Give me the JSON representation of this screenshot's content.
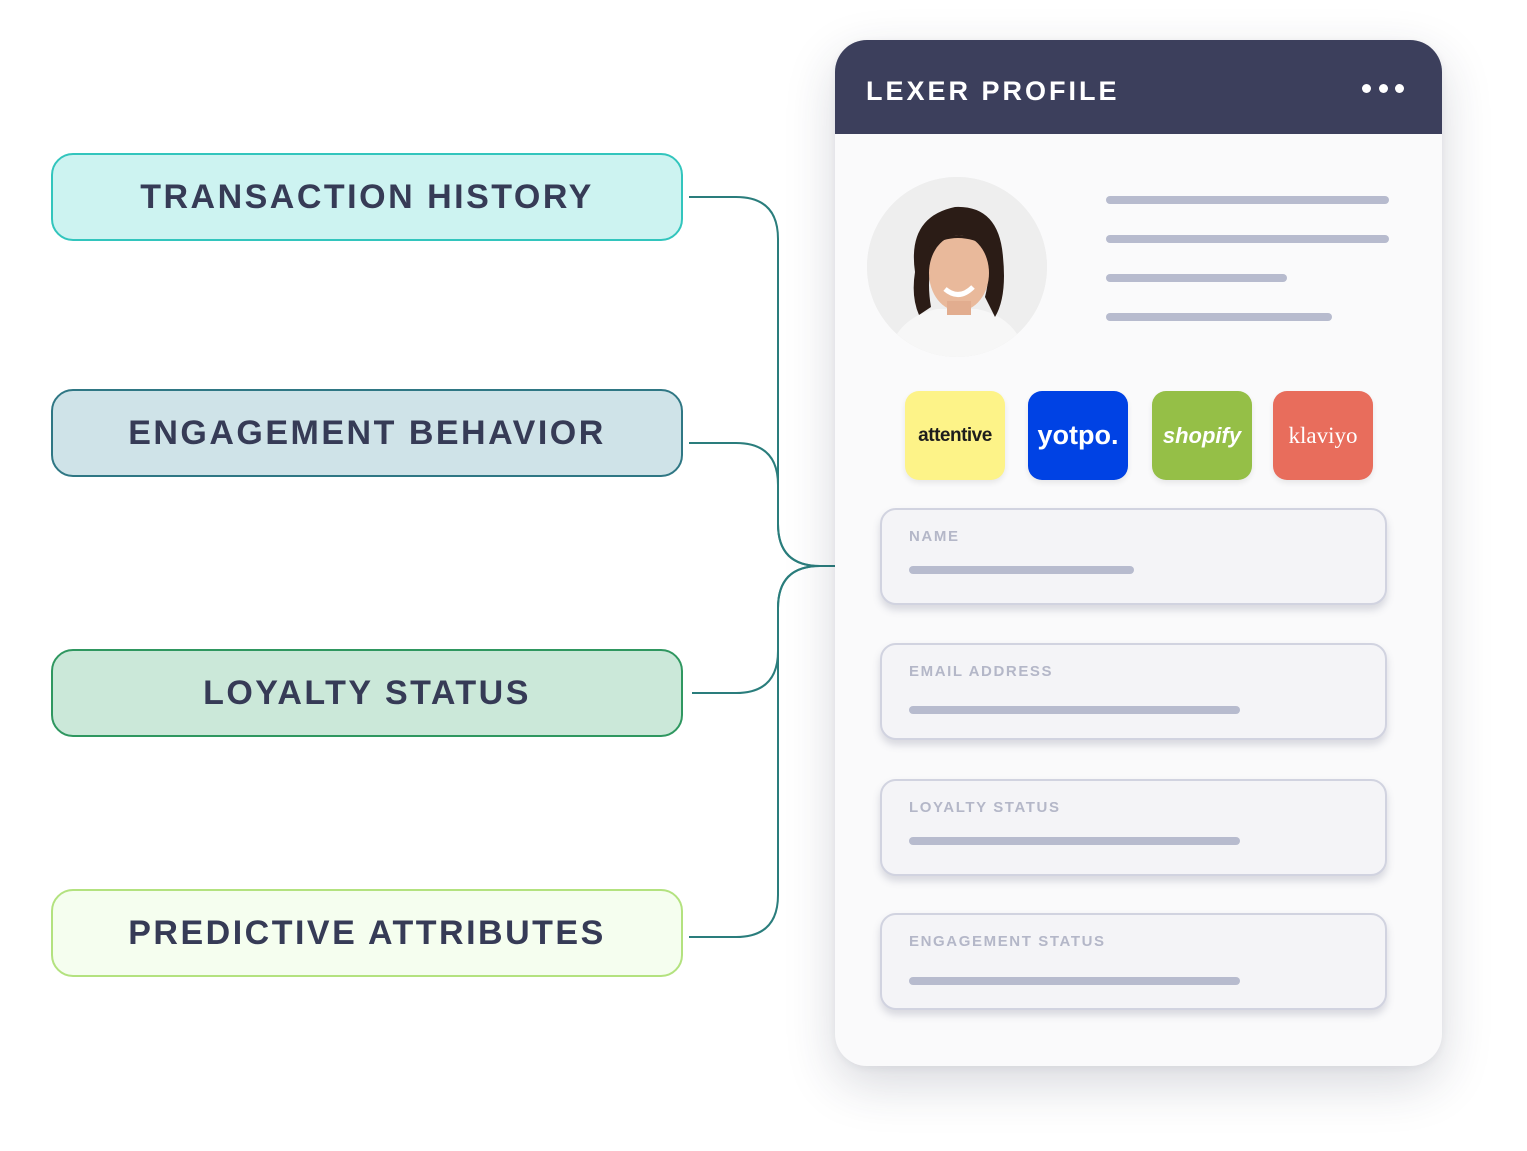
{
  "attributes": [
    {
      "label": "TRANSACTION HISTORY",
      "bg": "#cdf3f1",
      "border": "#32c5bd"
    },
    {
      "label": "ENGAGEMENT BEHAVIOR",
      "bg": "#cfe3e8",
      "border": "#2f7784"
    },
    {
      "label": "LOYALTY STATUS",
      "bg": "#cbe8d9",
      "border": "#2f9760"
    },
    {
      "label": "PREDICTIVE ATTRIBUTES",
      "bg": "#f5feef",
      "border": "#b3e27f"
    }
  ],
  "connector_color": "#2a7d7c",
  "profile": {
    "title": "LEXER PROFILE",
    "header_color": "#3c3f5c",
    "logos": [
      {
        "label": "attentive",
        "icon": "attentive-logo-icon"
      },
      {
        "label": "yotpo.",
        "icon": "yotpo-logo-icon"
      },
      {
        "label": "shopify",
        "icon": "shopify-logo-icon"
      },
      {
        "label": "klaviyo",
        "icon": "klaviyo-logo-icon"
      }
    ],
    "fields": [
      {
        "label": "NAME"
      },
      {
        "label": "EMAIL ADDRESS"
      },
      {
        "label": "LOYALTY STATUS"
      },
      {
        "label": "ENGAGEMENT STATUS"
      }
    ]
  }
}
